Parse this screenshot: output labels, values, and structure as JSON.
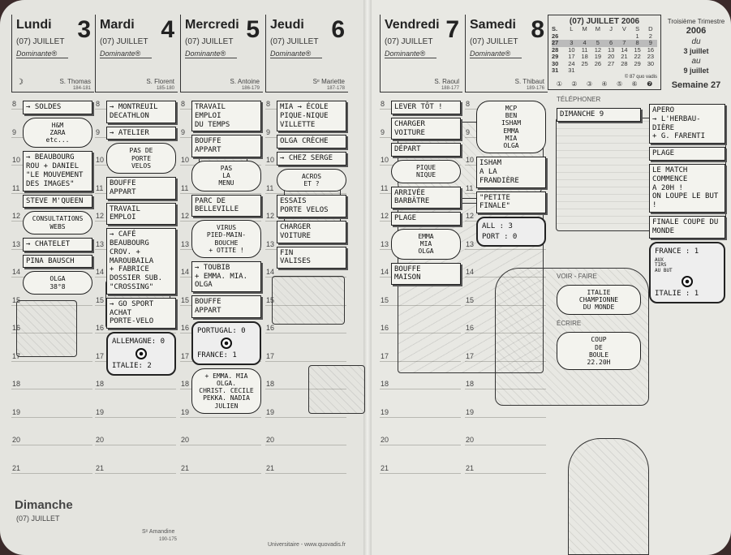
{
  "left_days": [
    {
      "name": "Lundi",
      "num": "3",
      "month": "(07) JUILLET",
      "dominante": "Dominante®",
      "saint": "S. Thomas",
      "saint_num": "184-181"
    },
    {
      "name": "Mardi",
      "num": "4",
      "month": "(07) JUILLET",
      "dominante": "Dominante®",
      "saint": "S. Florent",
      "saint_num": "185-180"
    },
    {
      "name": "Mercredi",
      "num": "5",
      "month": "(07) JUILLET",
      "dominante": "Dominante®",
      "saint": "S. Antoine",
      "saint_num": "186-179"
    },
    {
      "name": "Jeudi",
      "num": "6",
      "month": "(07) JUILLET",
      "dominante": "Dominante®",
      "saint": "Sᵉ Mariette",
      "saint_num": "187-178"
    }
  ],
  "right_days": [
    {
      "name": "Vendredi",
      "num": "7",
      "month": "(07) JUILLET",
      "dominante": "Dominante®",
      "saint": "S. Raoul",
      "saint_num": "188-177"
    },
    {
      "name": "Samedi",
      "num": "8",
      "month": "(07) JUILLET",
      "dominante": "Dominante®",
      "saint": "S. Thibaut",
      "saint_num": "189-176"
    }
  ],
  "mini_calendar": {
    "title": "(07) JUILLET 2006",
    "headers": [
      "S.",
      "L",
      "M",
      "M",
      "J",
      "V",
      "S",
      "D"
    ],
    "rows": [
      [
        "26",
        "",
        "",
        "",
        "",
        "",
        "1",
        "2"
      ],
      [
        "27",
        "3",
        "4",
        "5",
        "6",
        "7",
        "8",
        "9"
      ],
      [
        "28",
        "10",
        "11",
        "12",
        "13",
        "14",
        "15",
        "16"
      ],
      [
        "29",
        "17",
        "18",
        "19",
        "20",
        "21",
        "22",
        "23"
      ],
      [
        "30",
        "24",
        "25",
        "26",
        "27",
        "28",
        "29",
        "30"
      ],
      [
        "31",
        "31",
        "",
        "",
        "",
        "",
        "",
        ""
      ]
    ],
    "copyright": "© 87 quo vadis",
    "weekdays": [
      "①",
      "②",
      "③",
      "④",
      "⑤",
      "⑥",
      "❼"
    ]
  },
  "trimester": {
    "label": "Troisième Trimestre",
    "year": "2006",
    "du": "du",
    "from": "3 juillet",
    "au": "au",
    "to": "9 juillet",
    "week": "Semaine 27"
  },
  "hours": [
    "8",
    "9",
    "10",
    "11",
    "12",
    "13",
    "14",
    "15",
    "16",
    "17",
    "18",
    "19",
    "20",
    "21"
  ],
  "labels": {
    "telephoner": "TÉLÉPHONER",
    "voir_faire": "VOIR - FAIRE",
    "ecrire": "ÉCRIRE",
    "dimanche_head": "Dimanche",
    "dimanche_month": "(07) JUILLET",
    "dimanche_saint": "Sᵉ Amandine",
    "dimanche_num": "190-175",
    "footer": "Universitaire - www.quovadis.fr"
  },
  "notes": {
    "soldes": "→ SOLDES",
    "hm": "H&M\nZARA\netc...",
    "beaubourg": "→ BEAUBOURG\nROU + DANIEL\n\"LE MOUVEMENT\nDES IMAGES\"",
    "steve": "STEVE M'QUEEN",
    "consult": "CONSULTATIONS\nWEBS",
    "chatelet": "→ CHATELET",
    "pina": "PINA BAUSCH",
    "olga38": "OLGA\n38°8",
    "montreuil": "→ MONTREUIL\nDECATHLON",
    "atelier": "→ ATELIER",
    "pasdeporte": "PAS DE\nPORTE\nVELOS",
    "bouffe1": "BOUFFE\nAPPART",
    "travail1": "TRAVAIL\nEMPLOI",
    "cafe": "→ CAFÉ\nBEAUBOURG\nCROV. + MAROUBAILA\n+ FABRICE\nDOSSIER SUB. \"CROSSING\"",
    "gosport": "→ GO SPORT\nACHAT\nPORTE-VELO",
    "tv_all_top": "ALLEMAGNE: 0",
    "tv_all_bot": "ITALIE: 2",
    "travail2": "TRAVAIL\nEMPLOI\nDU TEMPS",
    "bouffe2": "BOUFFE\nAPPART",
    "paslamenu": "PAS\nLA\nMENU",
    "parc": "PARC DE\nBELLEVILLE",
    "virus": "VIRUS\nPIED-MAIN-\nBOUCHE\n+ OTITE !",
    "toubib": "→ TOUBIB\n+ EMMA. MIA. OLGA",
    "bouffe3": "BOUFFE\nAPPART",
    "tv_por_top": "PORTUGAL: 0",
    "tv_por_bot": "FRANCE: 1",
    "guests": "+ EMMA. MIA\nOLGA.\nCHRIST. CECILE\nPEKKA. NADIA\nJULIEN",
    "mia": "MIA → ÉCOLE\nPIQUE-NIQUE\nVILLETTE",
    "olga": "OLGA CRÈCHE",
    "chez": "→ CHEZ SERGE",
    "acros": "ACROS\nET ?",
    "essais": "ESSAIS\nPORTE VELOS",
    "charger": "CHARGER\nVOITURE",
    "fin": "FIN\nVALISES",
    "lever": "LEVER TÔT !",
    "chargev": "CHARGER\nVOITURE",
    "depart": "DÉPART",
    "piquenique": "PIQUE\nNIQUE",
    "arrivee": "ARRIVÉE\nBARBÂTRE",
    "plage1": "PLAGE",
    "emmamia": "EMMA\nMIA\nOLGA",
    "bouffemaison": "BOUFFE\nMAISON",
    "mcp": "MCP\nBEN\nISHAM\nEMMA\nMIA\nOLGA",
    "isham": "ISHAM\nA LA\nFRANDIÈRE",
    "petite": "\"PETITE FINALE\"",
    "tv_pf_top": "ALL : 3",
    "tv_pf_bot": "PORT : 0",
    "dimanche9": "DIMANCHE 9",
    "apero": "APERO\n→ L'HERBAU-\nDIÈRE\n+ G. FARENTI",
    "plage2": "PLAGE",
    "italie": "ITALIE\nCHAMPIONNE\nDU MONDE",
    "match": "LE MATCH\nCOMMENCE\nA 20H !\nON LOUPE LE BUT !",
    "finale": "FINALE COUPE DU MONDE",
    "coup": "COUP\nDE\nBOULE\n22.20H",
    "tv_fin_top": "FRANCE : 1",
    "tv_fin_mid": "AUX\nTIRS\nAU BUT",
    "tv_fin_bot": "ITALIE : 1"
  },
  "colors": {
    "paper": "#e4e4df",
    "ink": "#111111",
    "cover": "#3b2a2a"
  }
}
